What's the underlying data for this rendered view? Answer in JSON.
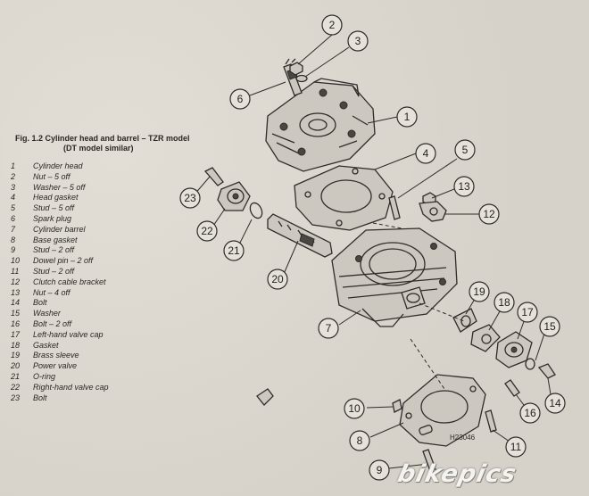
{
  "figure": {
    "title": "Fig. 1.2 Cylinder head and barrel – TZR model",
    "subtitle": "(DT model similar)",
    "ref_code": "H23046",
    "watermark": "bikepics"
  },
  "legend": [
    {
      "num": "1",
      "label": "Cylinder head"
    },
    {
      "num": "2",
      "label": "Nut – 5 off"
    },
    {
      "num": "3",
      "label": "Washer – 5 off"
    },
    {
      "num": "4",
      "label": "Head gasket"
    },
    {
      "num": "5",
      "label": "Stud – 5 off"
    },
    {
      "num": "6",
      "label": "Spark plug"
    },
    {
      "num": "7",
      "label": "Cylinder barrel"
    },
    {
      "num": "8",
      "label": "Base gasket"
    },
    {
      "num": "9",
      "label": "Stud – 2 off"
    },
    {
      "num": "10",
      "label": "Dowel pin – 2 off"
    },
    {
      "num": "11",
      "label": "Stud – 2 off"
    },
    {
      "num": "12",
      "label": "Clutch cable bracket"
    },
    {
      "num": "13",
      "label": "Nut – 4 off"
    },
    {
      "num": "14",
      "label": "Bolt"
    },
    {
      "num": "15",
      "label": "Washer"
    },
    {
      "num": "16",
      "label": "Bolt – 2 off"
    },
    {
      "num": "17",
      "label": "Left-hand valve cap"
    },
    {
      "num": "18",
      "label": "Gasket"
    },
    {
      "num": "19",
      "label": "Brass sleeve"
    },
    {
      "num": "20",
      "label": "Power valve"
    },
    {
      "num": "21",
      "label": "O-ring"
    },
    {
      "num": "22",
      "label": "Right-hand valve cap"
    },
    {
      "num": "23",
      "label": "Bolt"
    }
  ],
  "callouts": {
    "c1": "1",
    "c2": "2",
    "c3": "3",
    "c4": "4",
    "c5": "5",
    "c6": "6",
    "c7": "7",
    "c8": "8",
    "c9": "9",
    "c10": "10",
    "c11": "11",
    "c12": "12",
    "c13": "13",
    "c14": "14",
    "c15": "15",
    "c16": "16",
    "c17": "17",
    "c18": "18",
    "c19": "19",
    "c20": "20",
    "c21": "21",
    "c22": "22",
    "c23": "23"
  }
}
